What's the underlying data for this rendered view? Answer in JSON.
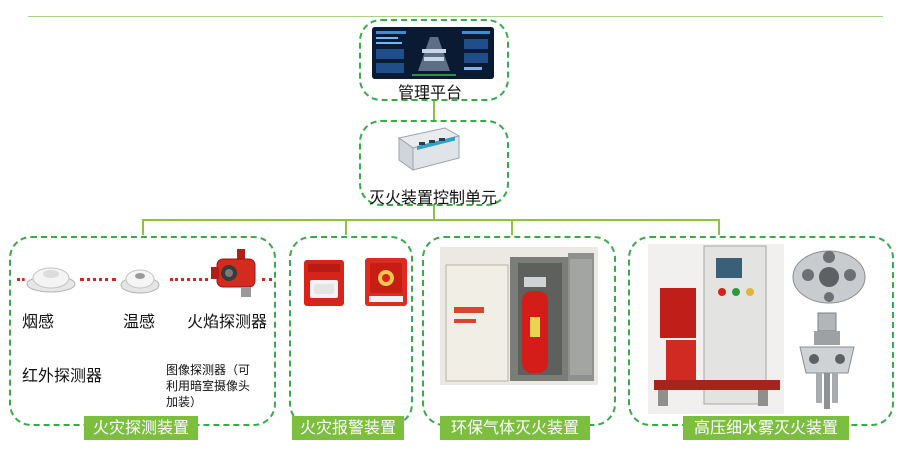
{
  "platform": {
    "label": "管理平台"
  },
  "control_unit": {
    "label": "灭火装置控制单元"
  },
  "groups": {
    "detection": {
      "tag": "火灾探测装置",
      "items": {
        "smoke": "烟感",
        "temp": "温感",
        "flame": "火焰探测器",
        "infrared": "红外探测器",
        "image_line1": "图像探测器（可",
        "image_line2": "利用暗室摄像头",
        "image_line3": "加装）"
      }
    },
    "alarm": {
      "tag": "火灾报警装置"
    },
    "gas": {
      "tag": "环保气体灭火装置"
    },
    "mist": {
      "tag": "高压细水雾灭火装置"
    }
  },
  "colors": {
    "dashed_border": "#3aaa4a",
    "connector": "#8dc43d",
    "tag_bg": "#7cbf3f",
    "tag_text": "#ffffff",
    "dotted_line": "#d9261c"
  },
  "icons": {
    "platform_screen": "monitor-screen-icon",
    "control_unit": "control-module-icon",
    "smoke": "smoke-detector-icon",
    "temp": "heat-detector-icon",
    "flame": "flame-detector-icon",
    "alarm_bell": "alarm-bell-icon",
    "manual_call": "manual-call-point-icon",
    "gas_cabinet": "gas-cabinet-icon",
    "pump_unit": "pump-unit-icon",
    "nozzle": "nozzle-icon"
  }
}
